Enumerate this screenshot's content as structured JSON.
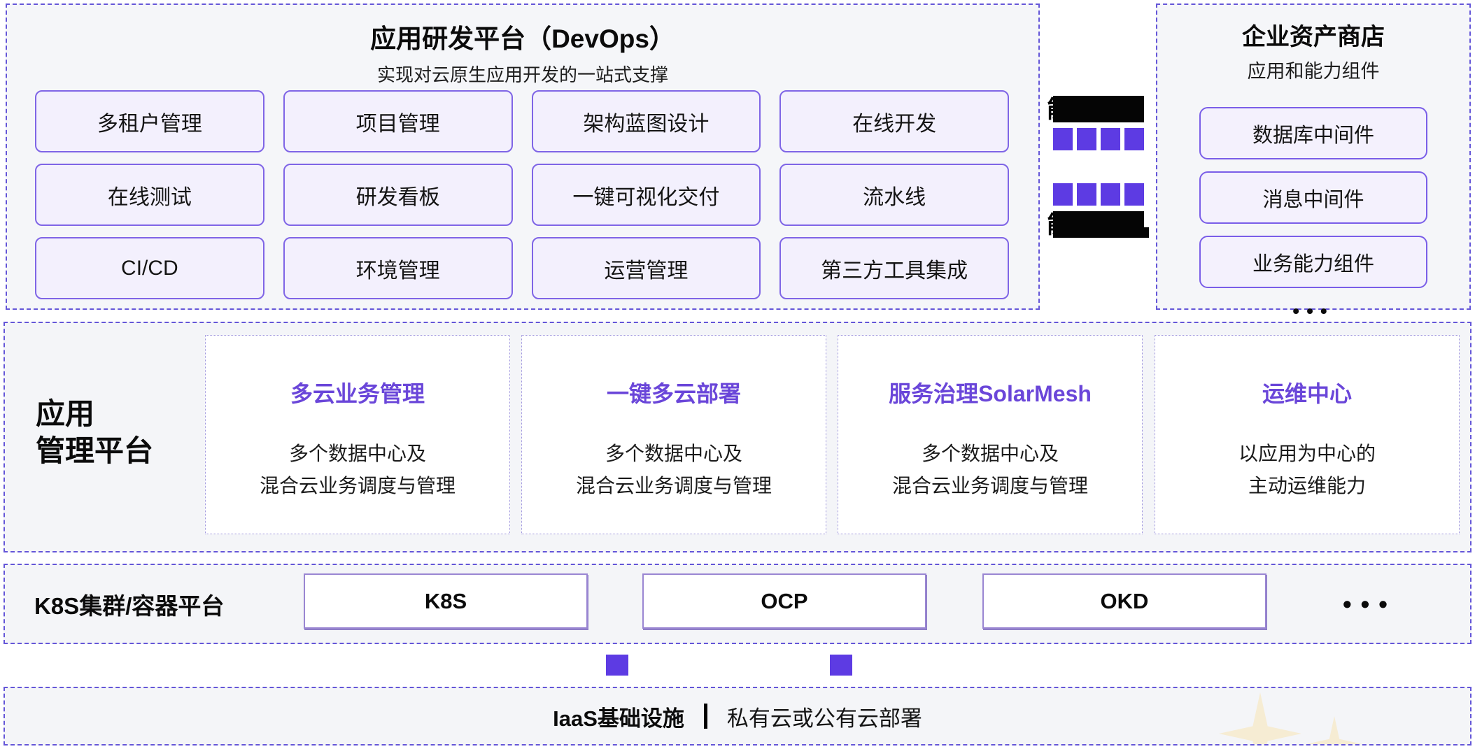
{
  "colors": {
    "dashed_border_purple": "#6456d8",
    "module_border_purple": "#7f65e6",
    "module_bg_lavender": "#f3f0fd",
    "card_title_purple": "#6a46d9",
    "connector_square_purple": "#5d3be3",
    "band_bg_gray": "#f4f5f8",
    "sparkle_cream": "#f6ecd3"
  },
  "devops": {
    "title": "应用研发平台（DevOps）",
    "subtitle": "实现对云原生应用开发的一站式支撑",
    "modules": [
      "多租户管理",
      "项目管理",
      "架构蓝图设计",
      "在线开发",
      "在线测试",
      "研发看板",
      "一键可视化交付",
      "流水线",
      "CI/CD",
      "环境管理",
      "运营管理",
      "第三方工具集成"
    ]
  },
  "connector": {
    "top_redacted_visible_char": "能",
    "bottom_redacted_visible_char": "能",
    "squares_per_row": 4
  },
  "asset_store": {
    "title": "企业资产商店",
    "subtitle": "应用和能力组件",
    "items": [
      "数据库中间件",
      "消息中间件",
      "业务能力组件"
    ],
    "more": "•••"
  },
  "app_mgmt": {
    "label_line1": "应用",
    "label_line2": "管理平台",
    "cards": [
      {
        "title": "多云业务管理",
        "desc_line1": "多个数据中心及",
        "desc_line2": "混合云业务调度与管理"
      },
      {
        "title": "一键多云部署",
        "desc_line1": "多个数据中心及",
        "desc_line2": "混合云业务调度与管理"
      },
      {
        "title": "服务治理SolarMesh",
        "desc_line1": "多个数据中心及",
        "desc_line2": "混合云业务调度与管理"
      },
      {
        "title": "运维中心",
        "desc_line1": "以应用为中心的",
        "desc_line2": "主动运维能力"
      }
    ]
  },
  "k8s_band": {
    "label": "K8S集群/容器平台",
    "items": [
      "K8S",
      "OCP",
      "OKD"
    ],
    "more": "•••"
  },
  "iaas_band": {
    "label_bold": "IaaS基础设施",
    "label_rest": "私有云或公有云部署"
  }
}
